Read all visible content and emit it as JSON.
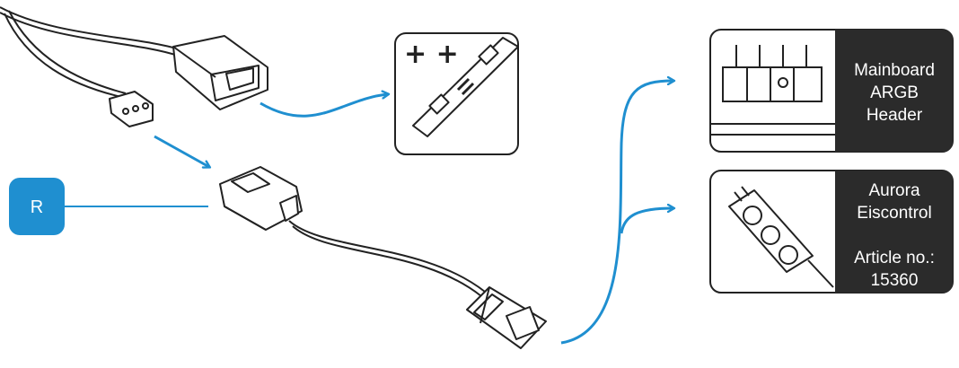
{
  "badge": {
    "letter": "R",
    "color": "#1f8fd0"
  },
  "strip_card": {
    "symbol": "+ +"
  },
  "targets": [
    {
      "lines": [
        "Mainboard",
        "ARGB",
        "Header"
      ]
    },
    {
      "lines": [
        "Aurora",
        "Eiscontrol",
        "",
        "Article no.:",
        "15360"
      ]
    }
  ],
  "colors": {
    "arrow": "#1f8fd0",
    "label_panel": "#2b2b2b",
    "outline": "#222222"
  }
}
